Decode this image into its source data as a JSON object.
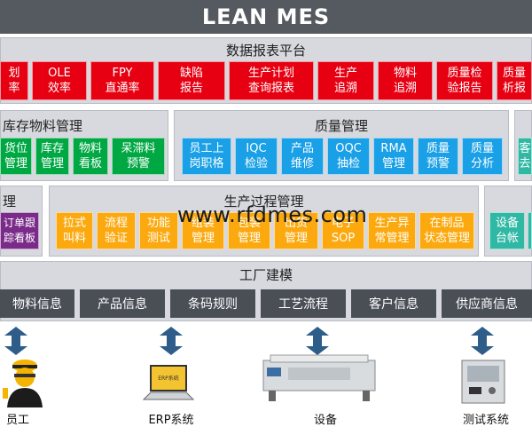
{
  "header": {
    "title": "LEAN MES"
  },
  "report_platform": {
    "title": "数据报表平台",
    "tiles": [
      "划\n率",
      "OLE\n效率",
      "FPY\n直通率",
      "缺陷\n报告",
      "生产计划\n查询报表",
      "生产\n追溯",
      "物料\n追溯",
      "质量检\n验报告",
      "质量\n析报"
    ]
  },
  "warehouse": {
    "title": "库存物料管理",
    "tiles": [
      "货位\n管理",
      "库存\n管理",
      "物料\n看板",
      "呆滞料\n预警"
    ]
  },
  "quality": {
    "title": "质量管理",
    "tiles": [
      "员工上\n岗职格",
      "IQC\n检验",
      "产品\n维修",
      "OQC\n抽检",
      "RMA\n管理",
      "质量\n预警",
      "质量\n分析"
    ]
  },
  "right_partial": {
    "tile": "客\n去"
  },
  "left_management": {
    "title": "理",
    "tile": "订单跟\n踪看板"
  },
  "production": {
    "title": "生产过程管理",
    "tiles": [
      "拉式\n叫料",
      "流程\n验证",
      "功能\n测试",
      "组装\n管理",
      "包装\n管理",
      "出货\n管理",
      "电子\nSOP",
      "生产异\n常管理",
      "在制品\n状态管理"
    ]
  },
  "equipment": {
    "tile": "设备\n台帐",
    "tile2": ""
  },
  "factory": {
    "title": "工厂建模",
    "items": [
      "物料信息",
      "产品信息",
      "条码规则",
      "工艺流程",
      "客户信息",
      "供应商信息"
    ]
  },
  "devices": {
    "labels": [
      "员工",
      "ERP系统",
      "设备",
      "测试系统"
    ],
    "erp_screen_text": "ERP系统"
  },
  "watermark": "www.rfdmes.com",
  "colors": {
    "red": "#e60012",
    "green": "#00a844",
    "blue": "#1aa0e6",
    "purple": "#7a2b8a",
    "orange": "#fba90f",
    "dark": "#555a61"
  }
}
